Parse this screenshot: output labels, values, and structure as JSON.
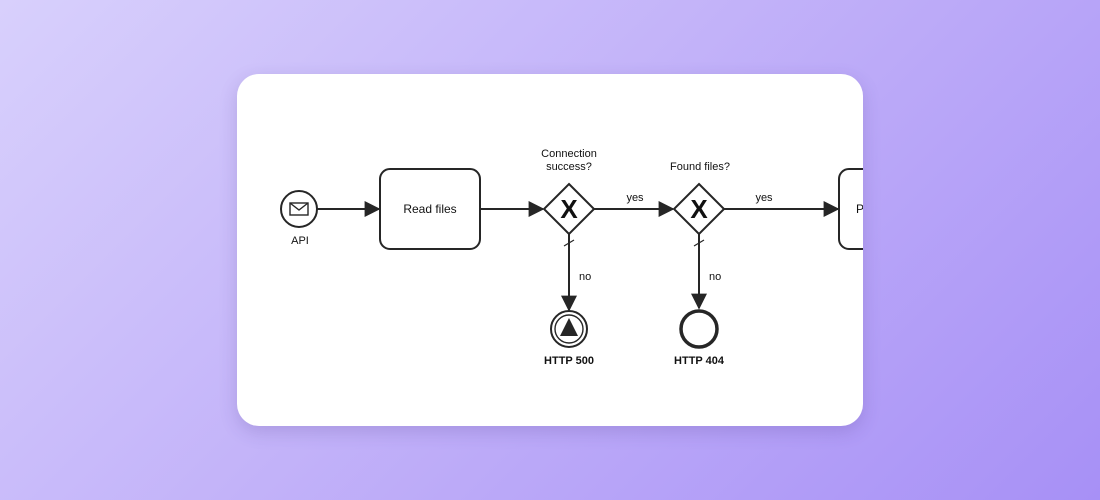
{
  "diagram": {
    "start_event": {
      "label": "API",
      "icon": "envelope-icon"
    },
    "task_read_files": {
      "label": "Read files"
    },
    "gateway_connection": {
      "question_line1": "Connection",
      "question_line2": "success?",
      "marker": "X"
    },
    "gateway_found_files": {
      "question": "Found files?",
      "marker": "X"
    },
    "flow_connection_yes": {
      "label": "yes"
    },
    "flow_connection_no": {
      "label": "no"
    },
    "flow_found_yes": {
      "label": "yes"
    },
    "flow_found_no": {
      "label": "no"
    },
    "end_http_500": {
      "label": "HTTP 500",
      "icon": "error-triangle-icon"
    },
    "end_http_404": {
      "label": "HTTP 404"
    },
    "task_cut_off": {
      "label": "P"
    },
    "colors": {
      "stroke": "#262626",
      "background_start": "#d8d0fc",
      "background_end": "#a790f6",
      "card": "#ffffff"
    }
  }
}
